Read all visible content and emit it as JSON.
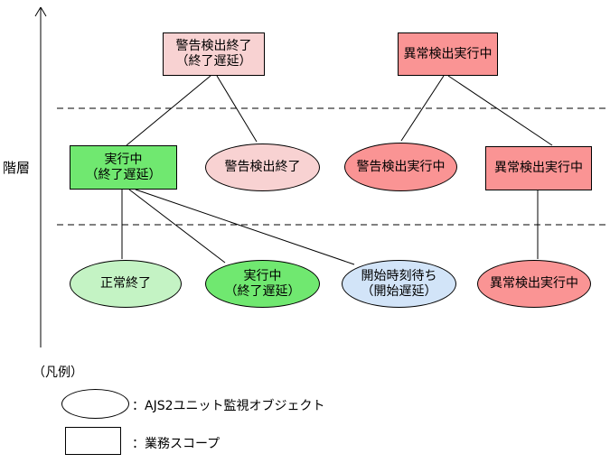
{
  "axis": {
    "label": "階層"
  },
  "nodes": {
    "warn_end_scope": {
      "line1": "警告検出終了",
      "line2": "（終了遅延）"
    },
    "abnormal_scope_top": {
      "line1": "異常検出実行中"
    },
    "running_scope": {
      "line1": "実行中",
      "line2": "（終了遅延）"
    },
    "warn_end_unit": {
      "line1": "警告検出終了"
    },
    "warn_running_unit": {
      "line1": "警告検出実行中"
    },
    "abnormal_scope_mid": {
      "line1": "異常検出実行中"
    },
    "normal_end_unit": {
      "line1": "正常終了"
    },
    "running_unit": {
      "line1": "実行中",
      "line2": "（終了遅延）"
    },
    "waiting_unit": {
      "line1": "開始時刻待ち",
      "line2": "（開始遅延）"
    },
    "abnormal_unit": {
      "line1": "異常検出実行中"
    }
  },
  "legend": {
    "title": "（凡例）",
    "items": [
      {
        "shape": "ellipse",
        "label": "：AJS2ユニット監視オブジェクト"
      },
      {
        "shape": "rect",
        "label": "：業務スコープ"
      }
    ]
  },
  "colors": {
    "light_pink": "#f8d2d2",
    "salmon_red": "#fa9494",
    "bright_green": "#70e870",
    "light_green": "#c4f3c4",
    "light_blue": "#d2e4f8",
    "line": "#000000",
    "background": "#ffffff"
  }
}
